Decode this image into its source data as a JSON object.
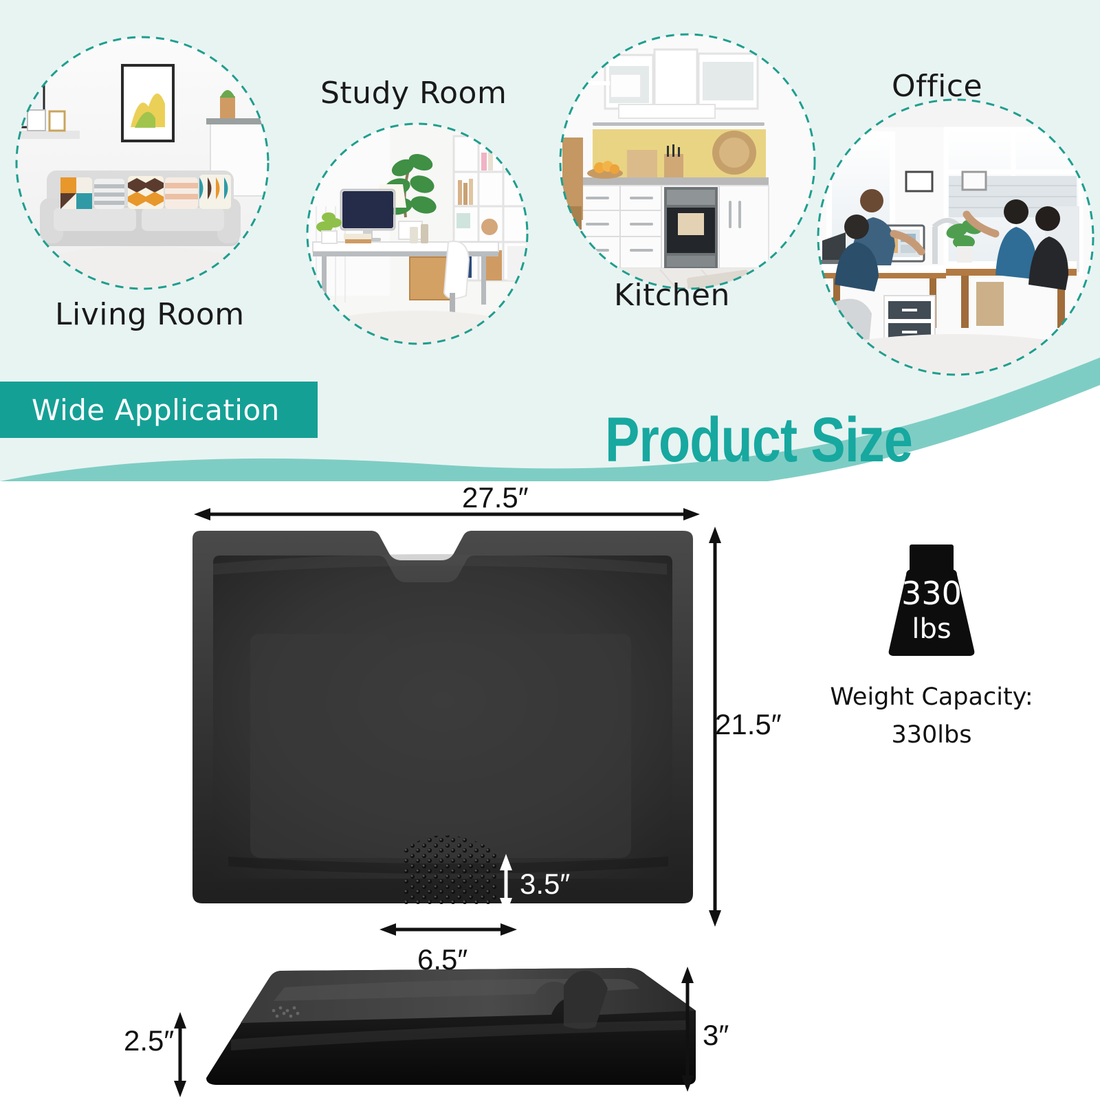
{
  "theme": {
    "accent_teal": "#15a096",
    "title_teal": "#17a8a0",
    "wave_teal": "#7ecdc4",
    "panel_bg": "#e8f4f2",
    "dash_border": "#1f9e8f",
    "product_black": "#2b2b2b"
  },
  "application_section": {
    "banner_label": "Wide Application",
    "scenes": [
      {
        "label": "Living Room",
        "icon": "living-room-photo"
      },
      {
        "label": "Study Room",
        "icon": "study-room-photo"
      },
      {
        "label": "Kitchen",
        "icon": "kitchen-photo"
      },
      {
        "label": "Office",
        "icon": "office-photo"
      }
    ]
  },
  "product_size_section": {
    "title": "Product Size",
    "dimensions": {
      "width_top": "27.5″",
      "height_right": "21.5″",
      "bump_height": "3.5″",
      "bump_width": "6.5″",
      "side_left_height": "2.5″",
      "side_right_height": "3″"
    },
    "weight": {
      "icon": "weight-block-icon",
      "badge_number": "330",
      "badge_unit": "lbs",
      "caption_line1": "Weight Capacity:",
      "caption_line2": "330lbs"
    }
  }
}
